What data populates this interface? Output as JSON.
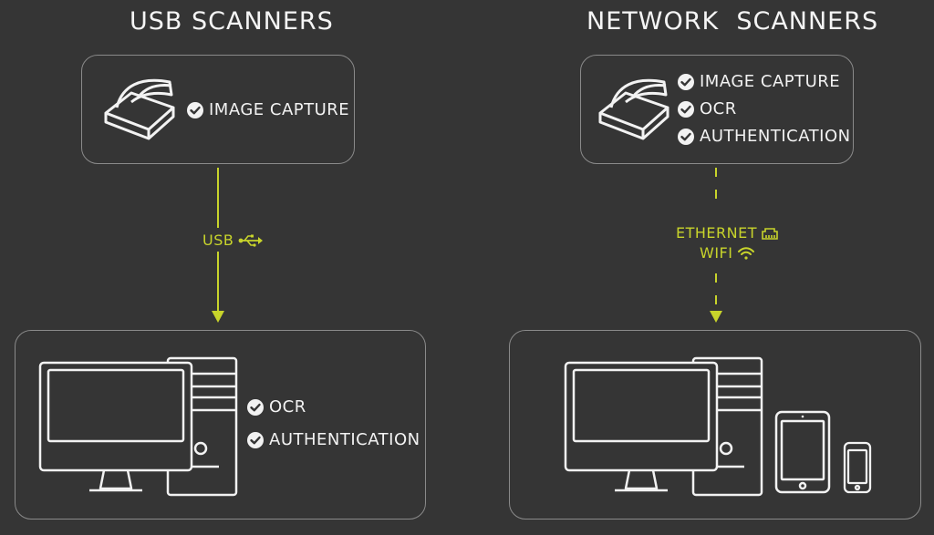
{
  "left": {
    "title": "USB SCANNERS",
    "scanner_features": [
      "IMAGE CAPTURE"
    ],
    "computer_features": [
      "OCR",
      "AUTHENTICATION"
    ],
    "connection": "USB"
  },
  "right": {
    "title": "NETWORK  SCANNERS",
    "scanner_features": [
      "IMAGE CAPTURE",
      "OCR",
      "AUTHENTICATION"
    ],
    "connection_ethernet": "ETHERNET",
    "connection_wifi": "WIFI"
  },
  "colors": {
    "background": "#353535",
    "accent": "#c8d42b",
    "outline": "#8a8a8a",
    "text": "#f2f2f2"
  },
  "icons": [
    "scanner-icon",
    "check-icon",
    "usb-icon",
    "ethernet-icon",
    "wifi-icon",
    "desktop-computer-icon",
    "tablet-icon",
    "phone-icon"
  ]
}
